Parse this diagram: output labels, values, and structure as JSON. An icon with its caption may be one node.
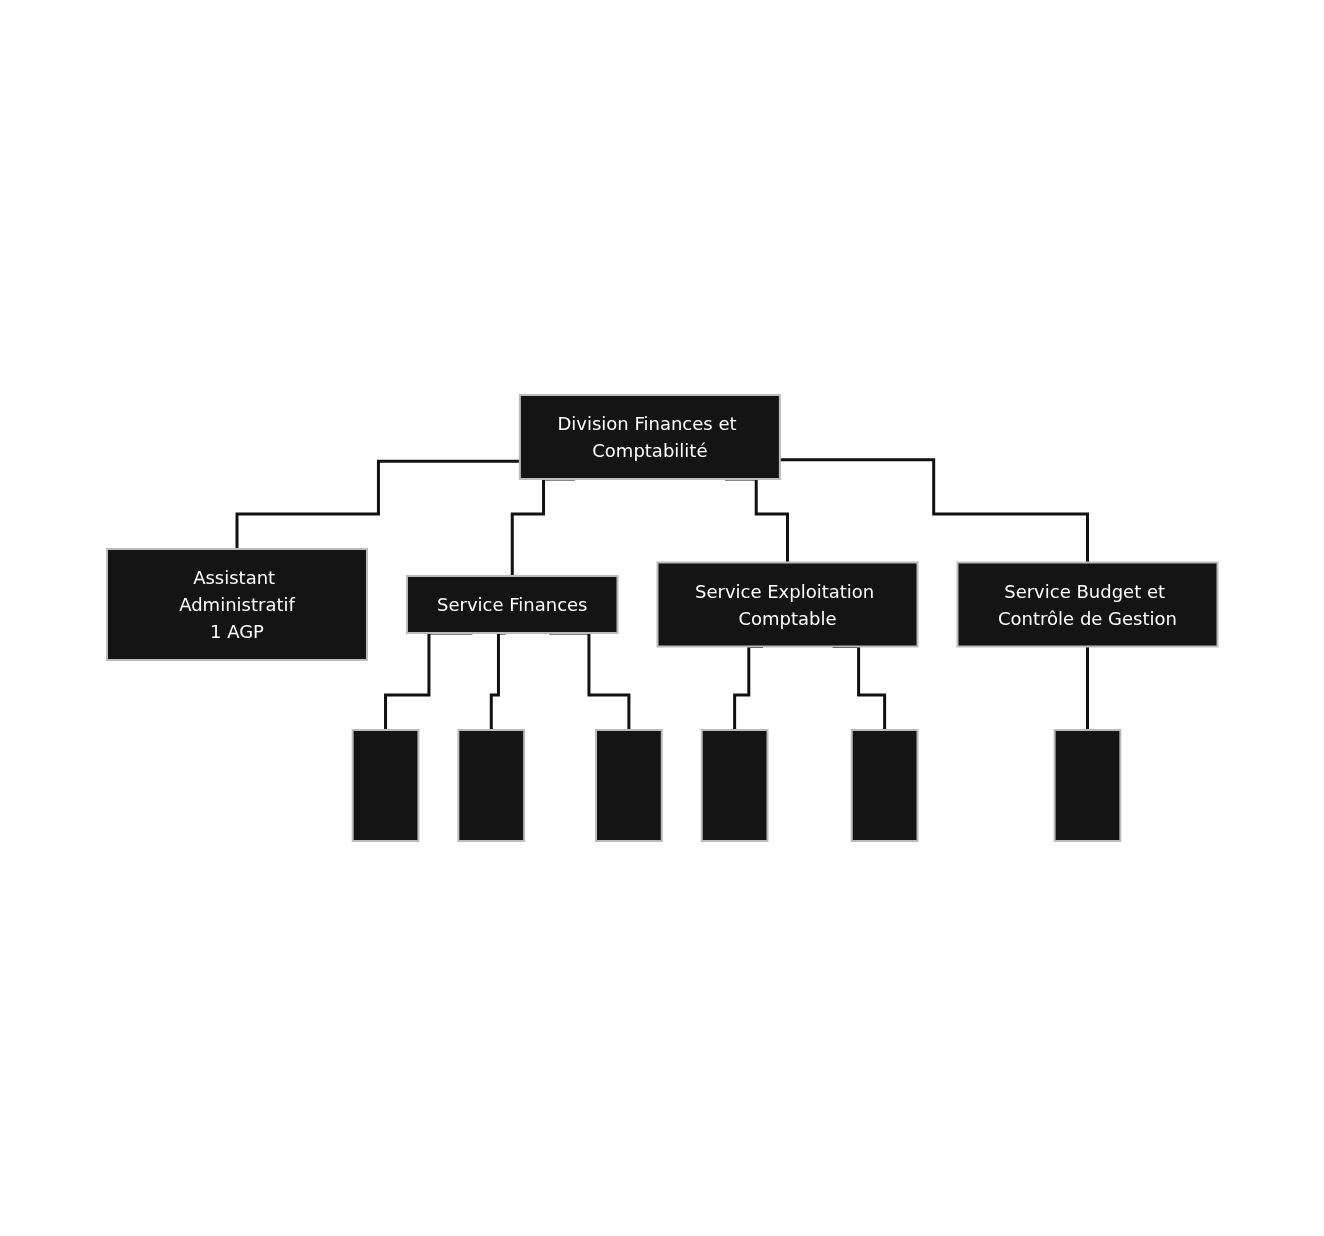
{
  "diagram": {
    "nodes": [
      {
        "text": [
          "Division Finances et Comptabilité"
        ]
      },
      {
        "text": [
          "Assistant Administratif",
          "1 AGP"
        ]
      },
      {
        "text": [
          "Service Finances"
        ]
      },
      {
        "text": [],
        "shape": "box"
      },
      {
        "text": [],
        "shape": "box"
      },
      {
        "text": [],
        "shape": "box"
      },
      {
        "text": [
          "Service Exploitation Comptable"
        ]
      },
      {
        "text": [],
        "shape": "box"
      },
      {
        "text": [],
        "shape": "box"
      },
      {
        "text": [
          "Service Budget et Contrôle de Gestion"
        ]
      },
      {
        "text": [],
        "shape": "box"
      }
    ],
    "edges": [
      {
        "from": 0,
        "to": 1,
        "arrow": "none"
      },
      {
        "from": 0,
        "to": 2,
        "arrow": "none"
      },
      {
        "from": 0,
        "to": 6,
        "arrow": "none"
      },
      {
        "from": 0,
        "to": 9,
        "arrow": "none"
      },
      {
        "from": 2,
        "to": 3,
        "arrow": "none"
      },
      {
        "from": 2,
        "to": 4,
        "arrow": "none"
      },
      {
        "from": 2,
        "to": 5,
        "arrow": "none"
      },
      {
        "from": 6,
        "to": 7,
        "arrow": "none"
      },
      {
        "from": 6,
        "to": 8,
        "arrow": "none"
      },
      {
        "from": 9,
        "to": 10,
        "arrow": "none"
      }
    ]
  }
}
